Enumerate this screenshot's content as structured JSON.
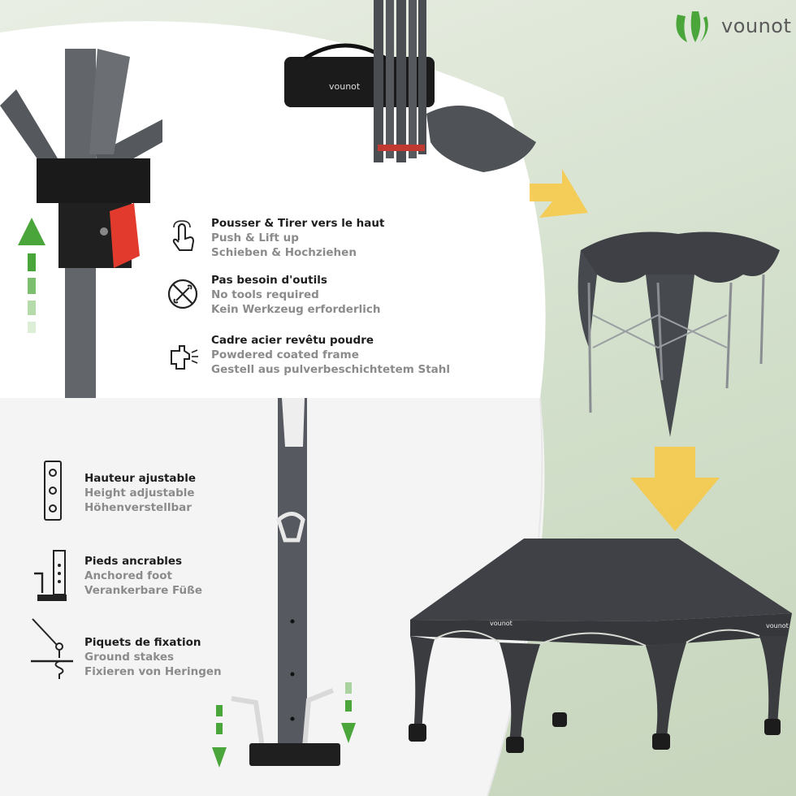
{
  "brand": {
    "name": "vounot",
    "logo": "leaf-logo"
  },
  "colors": {
    "accent_green": "#4aa53a",
    "arrow_yellow": "#f6c94a",
    "frame_gray": "#5f6368",
    "canopy_gray": "#4a4c50",
    "handle_red": "#e23b2e"
  },
  "top_features": [
    {
      "icon": "hand-press-icon",
      "fr": "Pousser & Tirer vers le haut",
      "en": "Push & Lift up",
      "de": "Schieben & Hochziehen"
    },
    {
      "icon": "no-tools-icon",
      "fr": "Pas besoin d'outils",
      "en": "No tools required",
      "de": "Kein Werkzeug erforderlich"
    },
    {
      "icon": "spray-frame-icon",
      "fr": "Cadre acier revêtu poudre",
      "en": "Powdered coated frame",
      "de": "Gestell aus pulverbeschichtetem Stahl"
    }
  ],
  "bottom_features": [
    {
      "icon": "height-holes-icon",
      "fr": "Hauteur ajustable",
      "en": "Height adjustable",
      "de": "Höhenverstellbar"
    },
    {
      "icon": "anchored-foot-icon",
      "fr": "Pieds ancrables",
      "en": "Anchored foot",
      "de": "Verankerbare Füße"
    },
    {
      "icon": "ground-stake-icon",
      "fr": "Piquets de fixation",
      "en": "Ground stakes",
      "de": "Fixieren von Heringen"
    }
  ],
  "product_labels": {
    "bag_logo": "vounot",
    "canopy_logo_left": "vounot",
    "canopy_logo_right": "vounot"
  }
}
